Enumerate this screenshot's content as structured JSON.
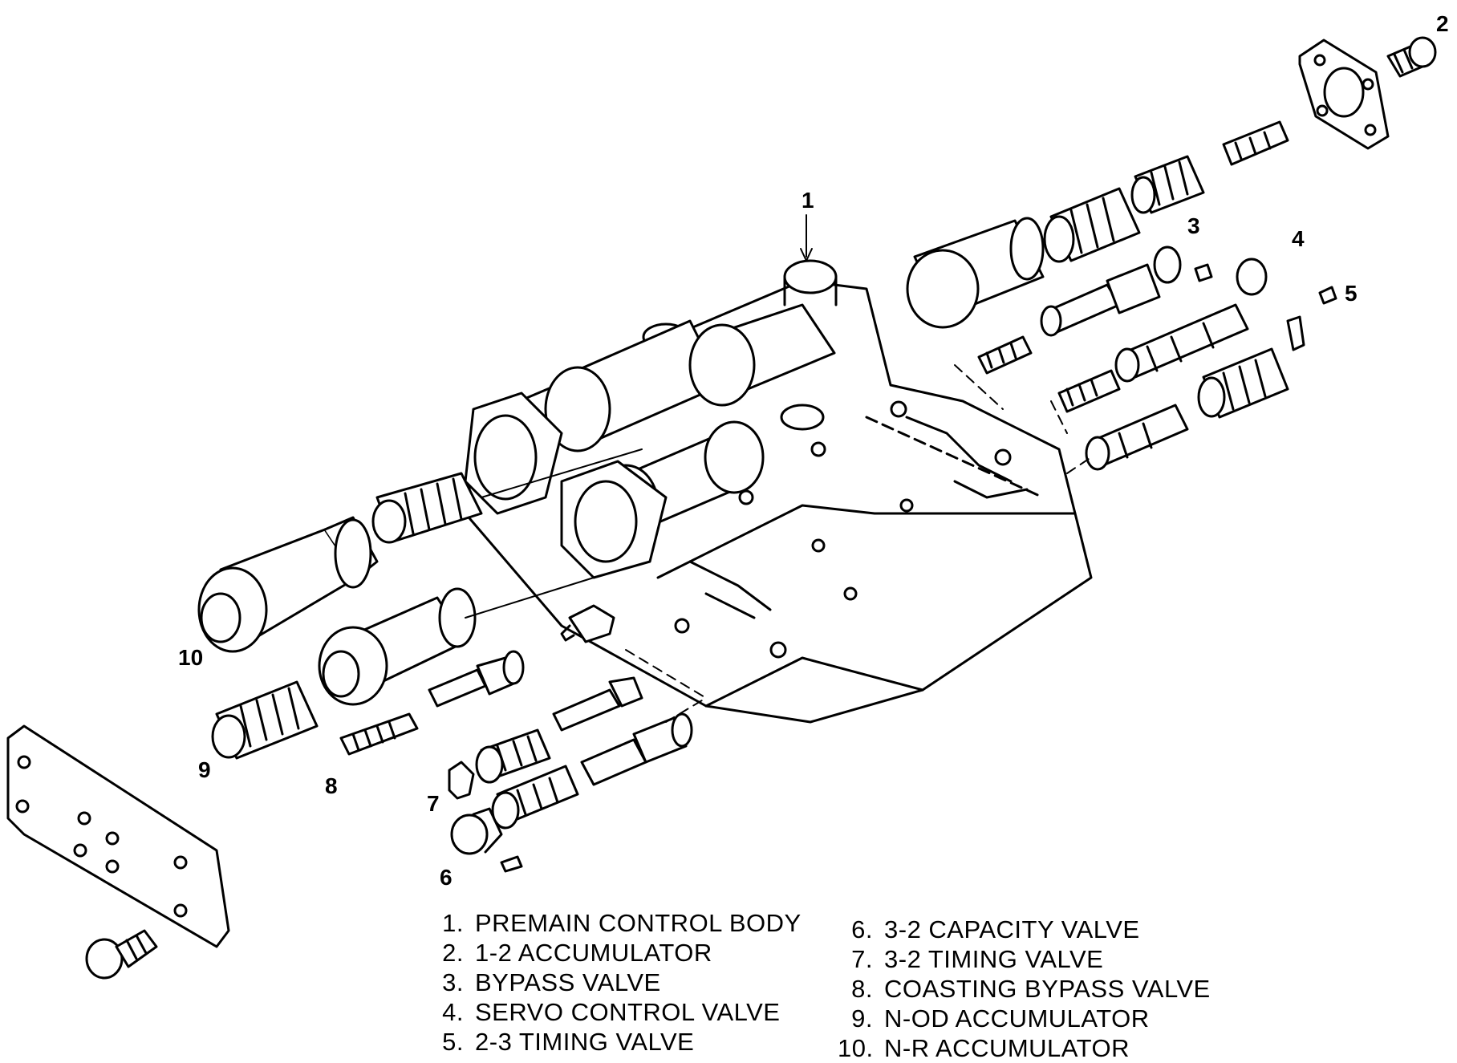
{
  "callouts": {
    "c1": "1",
    "c2": "2",
    "c3": "3",
    "c4": "4",
    "c5": "5",
    "c6": "6",
    "c7": "7",
    "c8": "8",
    "c9": "9",
    "c10": "10"
  },
  "legend": {
    "left": [
      {
        "num": "1.",
        "label": "PREMAIN CONTROL BODY"
      },
      {
        "num": "2.",
        "label": "1-2 ACCUMULATOR"
      },
      {
        "num": "3.",
        "label": "BYPASS VALVE"
      },
      {
        "num": "4.",
        "label": "SERVO CONTROL VALVE"
      },
      {
        "num": "5.",
        "label": "2-3 TIMING VALVE"
      }
    ],
    "right": [
      {
        "num": "6.",
        "label": "3-2 CAPACITY VALVE"
      },
      {
        "num": "7.",
        "label": "3-2 TIMING VALVE"
      },
      {
        "num": "8.",
        "label": "COASTING BYPASS VALVE"
      },
      {
        "num": "9.",
        "label": "N-OD ACCUMULATOR"
      },
      {
        "num": "10.",
        "label": "N-R ACCUMULATOR"
      }
    ]
  }
}
